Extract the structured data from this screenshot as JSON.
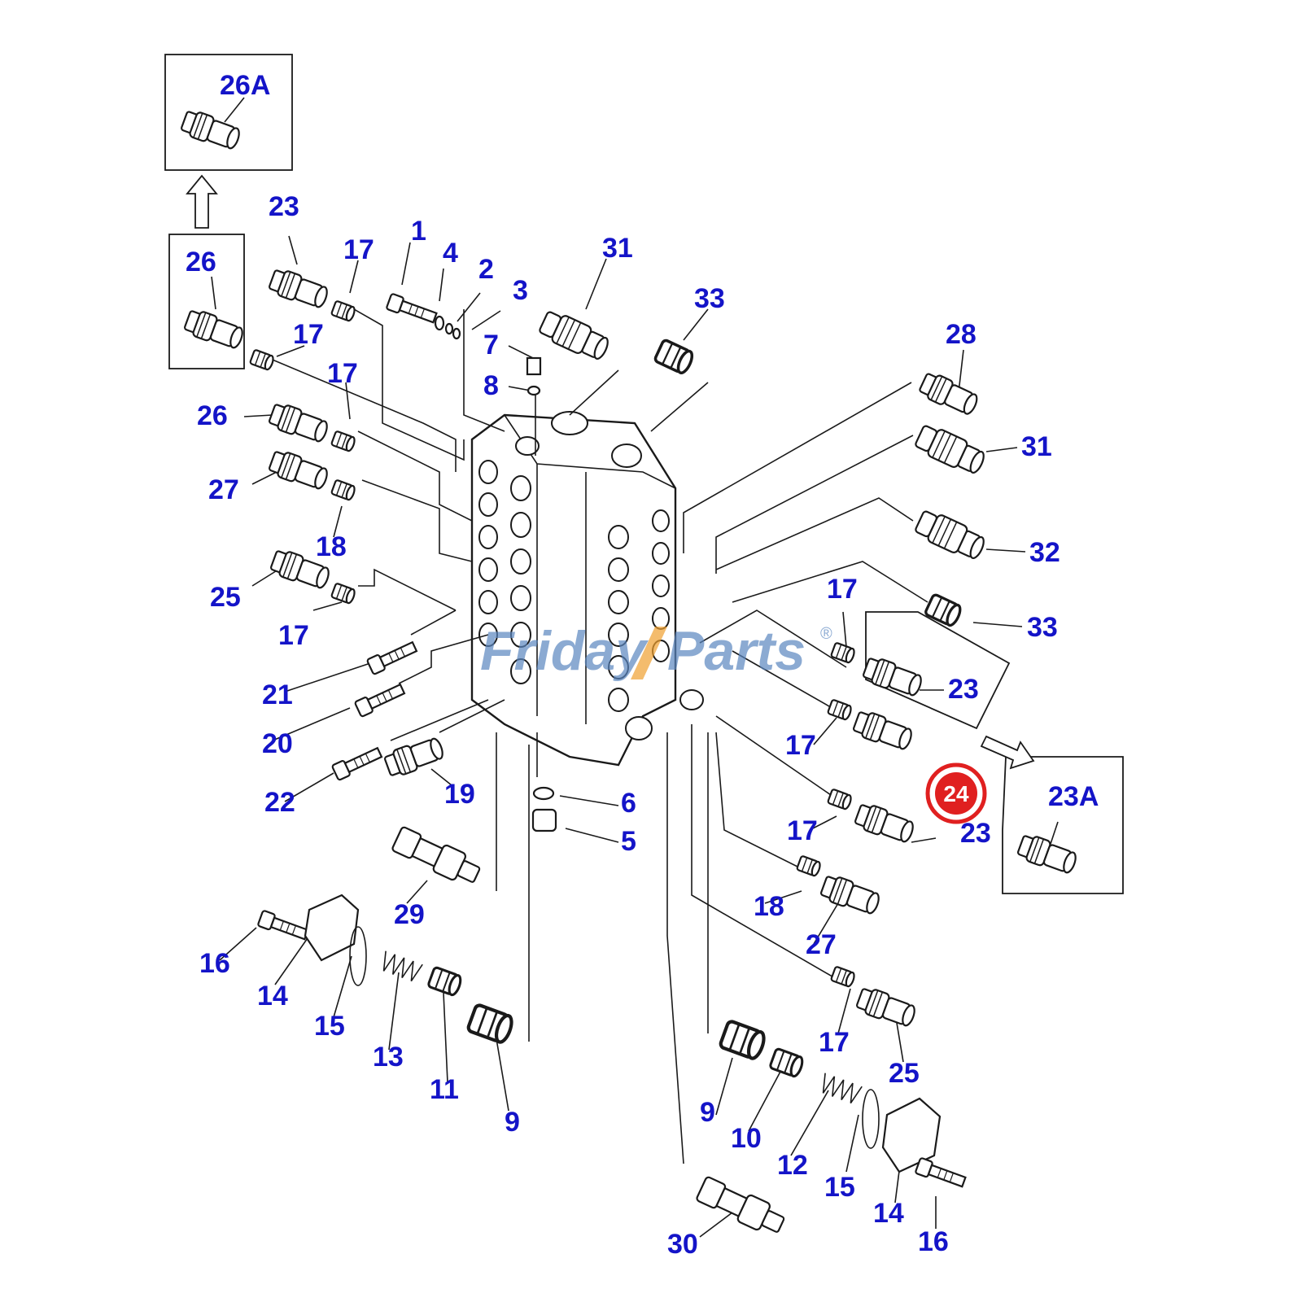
{
  "colors": {
    "label": "#1414c8",
    "highlight": "#e02020",
    "watermark_blue": "#5b87c0",
    "watermark_orange": "#f0a030"
  },
  "watermark": {
    "text_left": "Friday",
    "text_right": "Parts",
    "mark": "®"
  },
  "highlight": {
    "label": "24"
  },
  "labels": {
    "l26a": "26A",
    "l26": "26",
    "l23a": "23",
    "l17a": "17",
    "l1": "1",
    "l4": "4",
    "l2": "2",
    "l3": "3",
    "l31a": "31",
    "l33a": "33",
    "l17b": "17",
    "l17c": "17",
    "l7": "7",
    "l8": "8",
    "l28": "28",
    "l26b": "26",
    "l31b": "31",
    "l27a": "27",
    "l32": "32",
    "l18a": "18",
    "l17d": "17",
    "l25a": "25",
    "l33b": "33",
    "l17e": "17",
    "l23b": "23",
    "l21": "21",
    "l20": "20",
    "l17f": "17",
    "l22": "22",
    "l19": "19",
    "l6": "6",
    "l23c": "23",
    "l23A": "23A",
    "l17g": "17",
    "l5": "5",
    "l29": "29",
    "l18b": "18",
    "l27b": "27",
    "l16a": "16",
    "l14a": "14",
    "l15a": "15",
    "l13": "13",
    "l11": "11",
    "l9a": "9",
    "l17h": "17",
    "l25b": "25",
    "l9b": "9",
    "l10": "10",
    "l12": "12",
    "l15b": "15",
    "l14b": "14",
    "l16b": "16",
    "l30": "30"
  }
}
